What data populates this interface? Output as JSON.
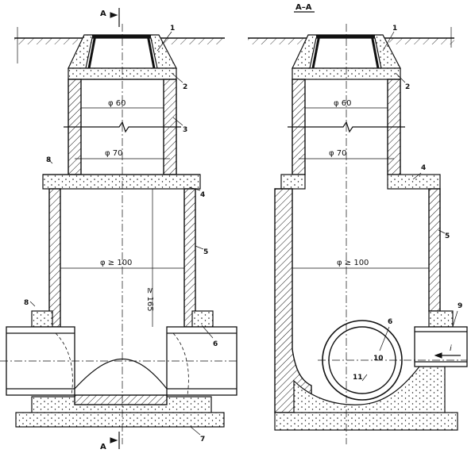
{
  "section_marks": {
    "left_top": "A",
    "left_bottom": "A",
    "right_title": "A–A"
  },
  "dimensions": {
    "d60": "φ 60",
    "d70": "φ 70",
    "d100": "φ ≥ 100",
    "h165": "≥ 165"
  },
  "slope_label": "i",
  "callouts": {
    "c1": "1",
    "c2": "2",
    "c3": "3",
    "c4": "4",
    "c5": "5",
    "c6": "6",
    "c7": "7",
    "c8": "8",
    "c9": "9",
    "c10": "10",
    "c11": "11"
  }
}
